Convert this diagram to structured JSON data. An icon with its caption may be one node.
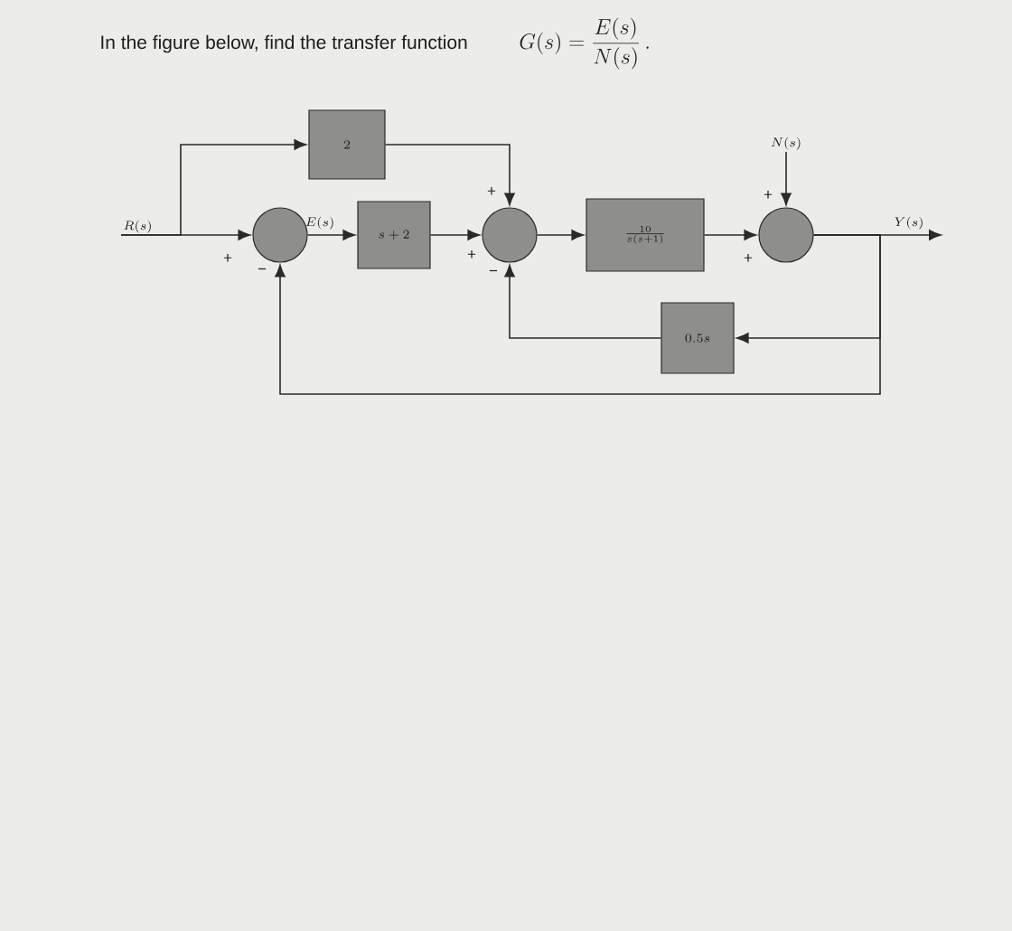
{
  "diagram": {
    "title": "In the figure below, find the transfer function",
    "nodes": [
      {
        "text": [
          "R(s)"
        ]
      },
      {
        "text": [],
        "shape": "circle",
        "beside": [
          "+",
          "−"
        ]
      },
      {
        "text": [
          "2"
        ]
      },
      {
        "text": [
          "s+2"
        ]
      },
      {
        "text": [],
        "shape": "circle",
        "beside": [
          "+",
          "+",
          "−"
        ]
      },
      {
        "text": [
          "\\frac{10}{s(s+1)}"
        ]
      },
      {
        "text": [
          "N(s)"
        ]
      },
      {
        "text": [],
        "shape": "circle",
        "beside": [
          "+",
          "+"
        ]
      },
      {
        "text": [
          "0.5s"
        ]
      }
    ],
    "edges": [
      {
        "from": 0,
        "to": 1,
        "arrow": "to"
      },
      {
        "from": 0,
        "to": 2,
        "arrow": "to"
      },
      {
        "from": 1,
        "to": 3,
        "arrow": "to",
        "label": "E(s)"
      },
      {
        "from": 2,
        "to": 4,
        "arrow": "to"
      },
      {
        "from": 3,
        "to": 4,
        "arrow": "to"
      },
      {
        "from": 4,
        "to": 5,
        "arrow": "to"
      },
      {
        "from": 5,
        "to": 7,
        "arrow": "to"
      },
      {
        "from": 6,
        "to": 7,
        "arrow": "to"
      },
      {
        "from": 7,
        "to": null,
        "arrow": "to",
        "label": "Y(s)"
      },
      {
        "from": 7,
        "to": 8,
        "arrow": "to"
      },
      {
        "from": 8,
        "to": 4,
        "arrow": "to"
      },
      {
        "from": 7,
        "to": 1,
        "arrow": "to"
      }
    ],
    "labels": [
      "G(s)=\\frac{E(s)}{N(s)}\\,."
    ]
  }
}
